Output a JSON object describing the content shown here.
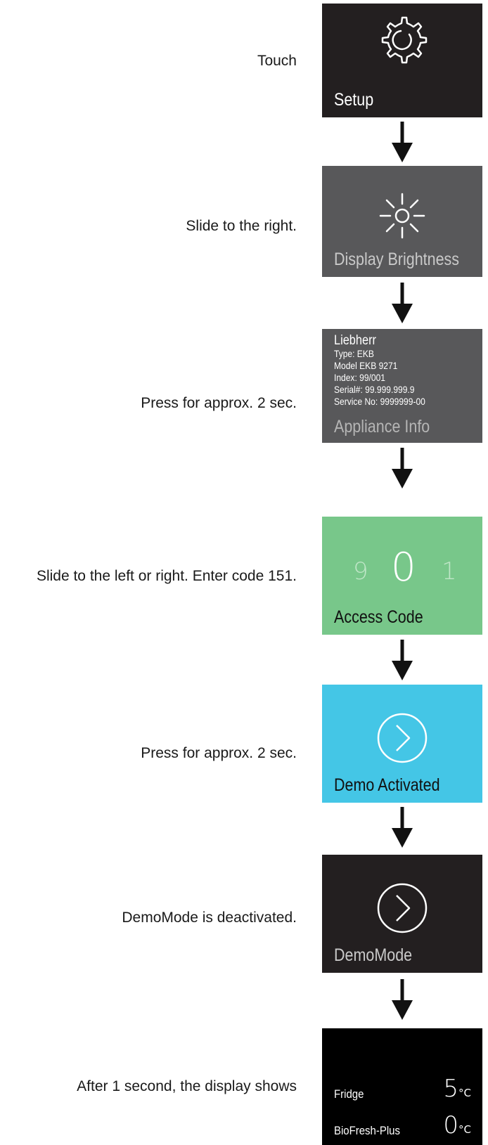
{
  "steps": [
    {
      "instruction": "Touch",
      "label": "Setup",
      "icon": "gear-icon",
      "bg": "#231f20"
    },
    {
      "instruction": "Slide to the right.",
      "label": "Display Brightness",
      "icon": "sun-icon",
      "bg": "#58585a"
    },
    {
      "instruction": "Press for approx. 2 sec.",
      "label": "Appliance Info",
      "bg": "#58585a",
      "info": {
        "brand": "Liebherr",
        "lines": [
          "Type: EKB",
          "Model EKB 9271",
          "Index: 99/001",
          "Serial#: 99.999.999.9",
          "Service No: 9999999-00"
        ]
      }
    },
    {
      "instruction": "Slide to the left or right. Enter code 151.",
      "label": "Access Code",
      "bg": "#78c78a",
      "digits": {
        "left": "9",
        "center": "0",
        "right": "1"
      }
    },
    {
      "instruction": "Press for approx. 2 sec.",
      "label": "Demo Activated",
      "icon": "circle-chevron-right-icon",
      "bg": "#44c6e6"
    },
    {
      "instruction": "DemoMode is deactivated.",
      "label": "DemoMode",
      "icon": "circle-chevron-right-icon",
      "bg": "#231f20"
    },
    {
      "instruction": "After 1 second, the display shows",
      "bg": "#000000",
      "zones": [
        {
          "name": "Fridge",
          "value": "5",
          "unit": "°C"
        },
        {
          "name": "BioFresh-Plus",
          "value": "0",
          "unit": "°C"
        }
      ]
    }
  ]
}
